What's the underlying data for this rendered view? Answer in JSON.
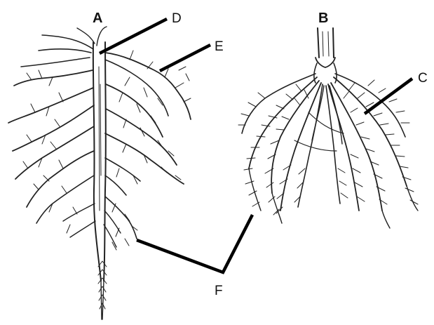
{
  "labels": {
    "A": "A",
    "B": "B",
    "C": "C",
    "D": "D",
    "E": "E",
    "F": "F"
  }
}
